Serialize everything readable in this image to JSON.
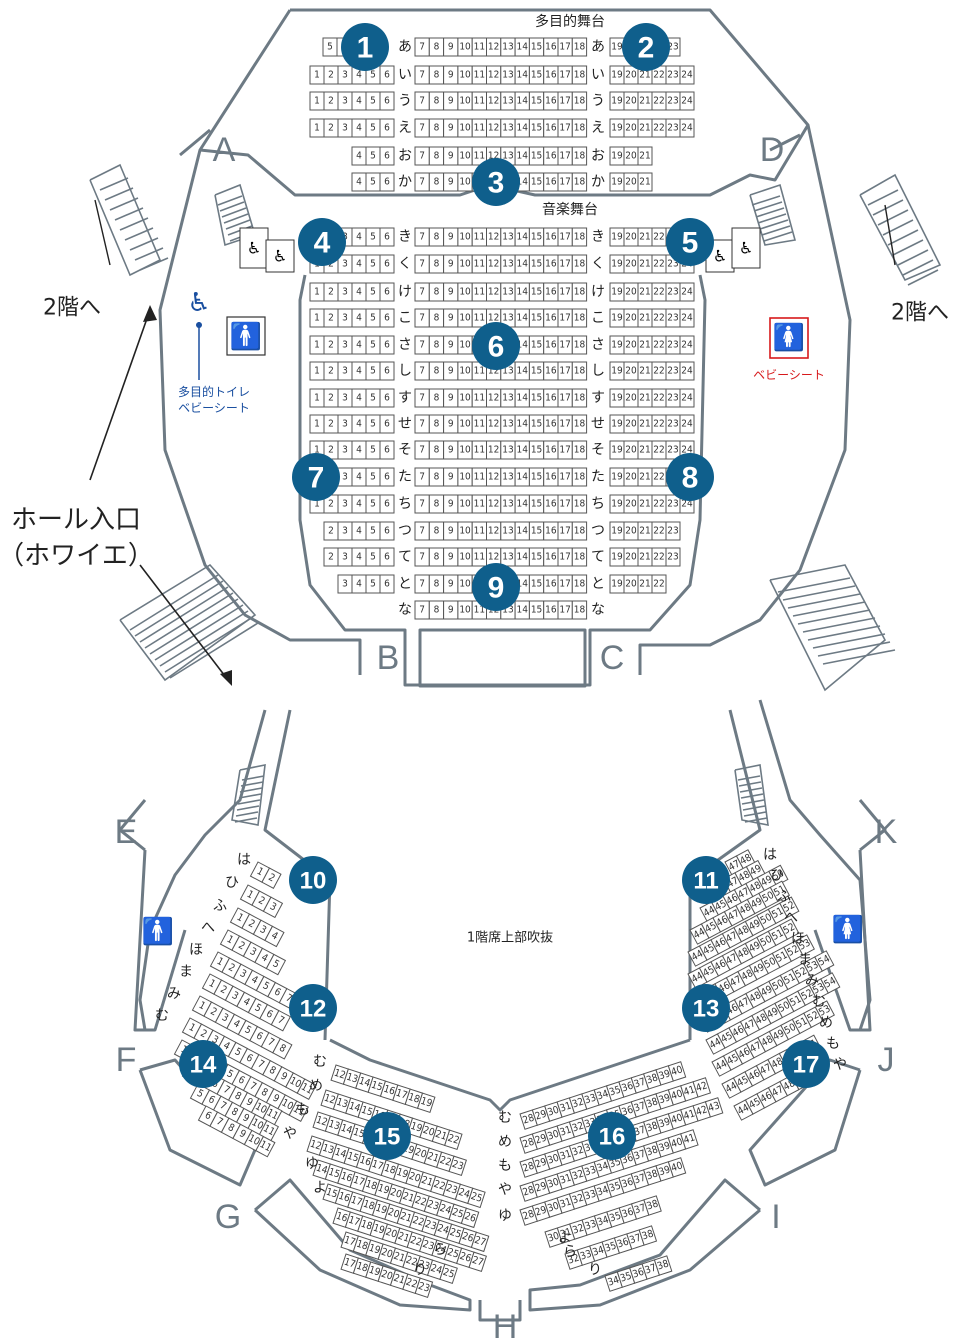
{
  "labels": {
    "multi_stage": "多目的舞台",
    "music_stage": "音楽舞台",
    "upper_void": "1階席上部吹抜",
    "to_2f_left": "2階へ",
    "to_2f_right": "2階へ",
    "entrance_line1": "ホール入口",
    "entrance_line2": "（ホワイエ）",
    "multi_toilet_line1": "多目的トイレ",
    "multi_toilet_line2": "ベビーシート",
    "baby_seat": "ベビーシート"
  },
  "gates": [
    "A",
    "B",
    "C",
    "D",
    "E",
    "F",
    "G",
    "H",
    "I",
    "J",
    "K"
  ],
  "blocks": [
    "1",
    "2",
    "3",
    "4",
    "5",
    "6",
    "7",
    "8",
    "9",
    "10",
    "11",
    "12",
    "13",
    "14",
    "15",
    "16",
    "17"
  ],
  "colors": {
    "block": "#0f5f8c",
    "wall": "#6d7a84",
    "accessible": "#1a4fa0",
    "womens": "#d7191c"
  },
  "rows_first_floor": [
    "あ",
    "い",
    "う",
    "え",
    "お",
    "か",
    "き",
    "く",
    "け",
    "こ",
    "さ",
    "し",
    "す",
    "せ",
    "そ",
    "た",
    "ち",
    "つ",
    "て",
    "と",
    "な"
  ],
  "rows_balcony_left": [
    "は",
    "ひ",
    "ふ",
    "へ",
    "ほ",
    "ま",
    "み",
    "む",
    "め",
    "も",
    "や",
    "ゆ",
    "よ",
    "ら",
    "り"
  ],
  "rows_balcony_right": [
    "は",
    "ひ",
    "ふ",
    "へ",
    "ほ",
    "ま",
    "み",
    "む",
    "め",
    "も",
    "や",
    "ゆ",
    "よ",
    "ら",
    "り"
  ]
}
